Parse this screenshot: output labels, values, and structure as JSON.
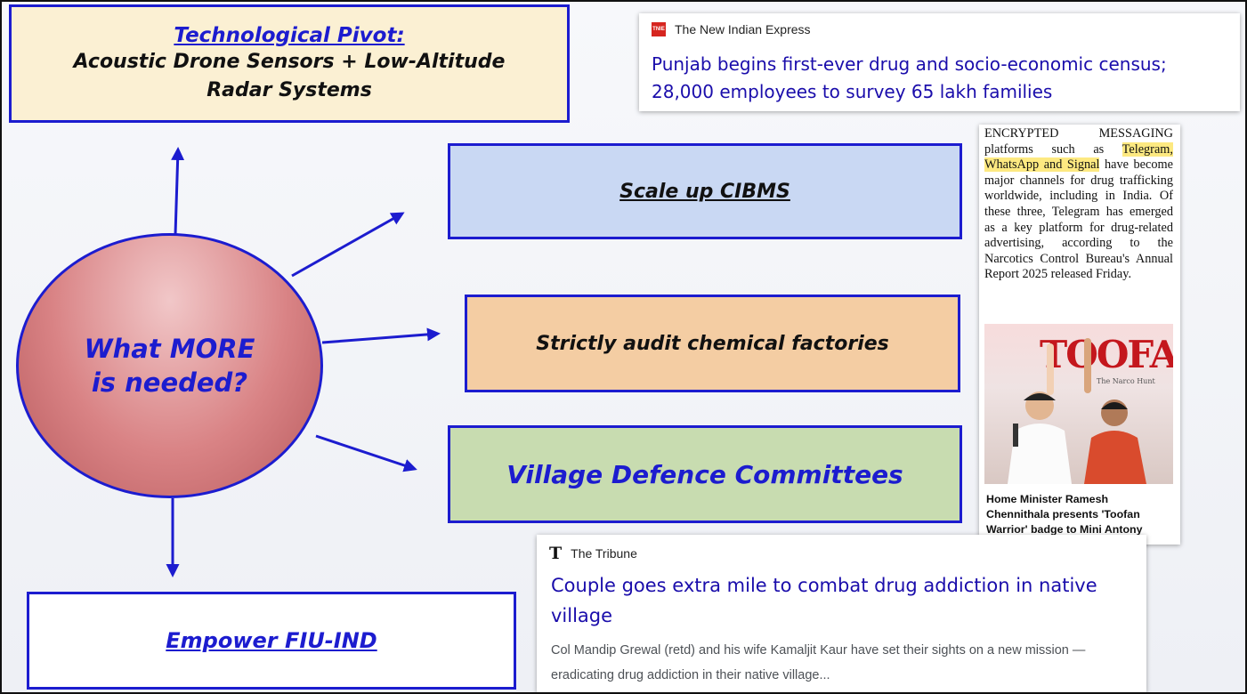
{
  "hub": {
    "line1": "What MORE",
    "line2": "is needed?"
  },
  "boxes": {
    "tech": {
      "title": "Technological Pivot:",
      "line1": "Acoustic Drone Sensors + Low-Altitude",
      "line2": "Radar Systems"
    },
    "cibms": "Scale up CIBMS",
    "audit": "Strictly audit chemical factories",
    "village": "Village Defence Committees",
    "fiu": "Empower FIU-IND"
  },
  "news_nie": {
    "logo": "TNIE",
    "source": "The New Indian Express",
    "headline_line1": "Punjab begins first-ever drug and socio-economic census;",
    "headline_line2": "28,000 employees to survey 65 lakh families"
  },
  "clipping": {
    "text_before": "ENCRYPTED MESSAGING platforms such as ",
    "text_highlight": "Telegram, WhatsApp and Signal",
    "text_after": " have become major channels for drug trafficking worldwide, including in India. Of these three, Telegram has emerged as a key platform for drug-related advertising, according to the Narcotics Control Bureau's Annual Report 2025 released Friday.",
    "photo_title": "TOOFAN",
    "photo_subtitle": "The Narco Hunt",
    "caption": "Home Minister Ramesh Chennithala presents 'Toofan Warrior' badge to Mini Antony"
  },
  "news_tribune": {
    "logo": "T",
    "source": "The Tribune",
    "headline": "Couple goes extra mile to combat drug addiction in native village",
    "snippet": "Col Mandip Grewal (retd) and his wife Kamaljit Kaur have set their sights on a new mission — eradicating drug addiction in their native village..."
  },
  "colors": {
    "accent": "#1c1ccf",
    "hub_fill": "#d98385",
    "link": "#1a0dab",
    "highlight": "#fde981"
  }
}
